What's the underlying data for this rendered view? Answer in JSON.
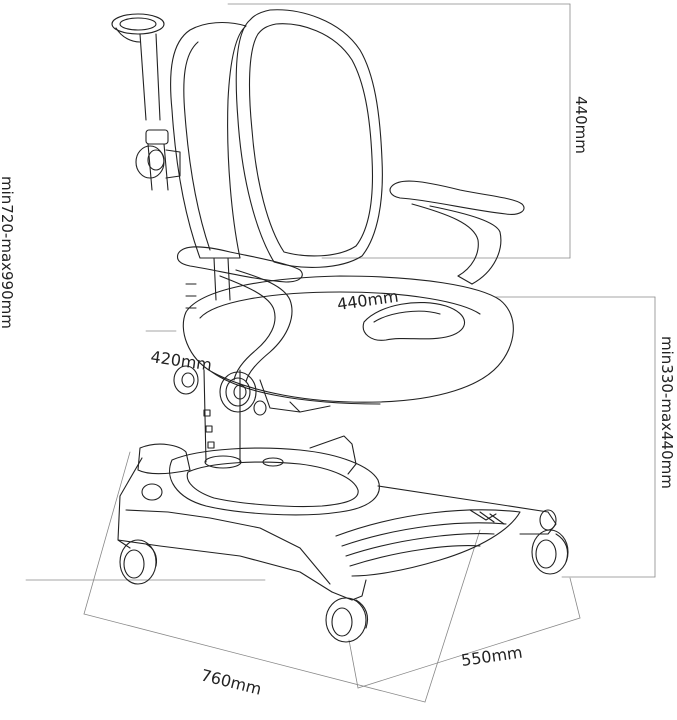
{
  "dimensions": {
    "backrest_height": "440mm",
    "seat_width": "440mm",
    "seat_depth": "420mm",
    "total_height": "min720-max990mm",
    "seat_height": "min330-max440mm",
    "base_depth": "550mm",
    "base_width": "760mm"
  }
}
